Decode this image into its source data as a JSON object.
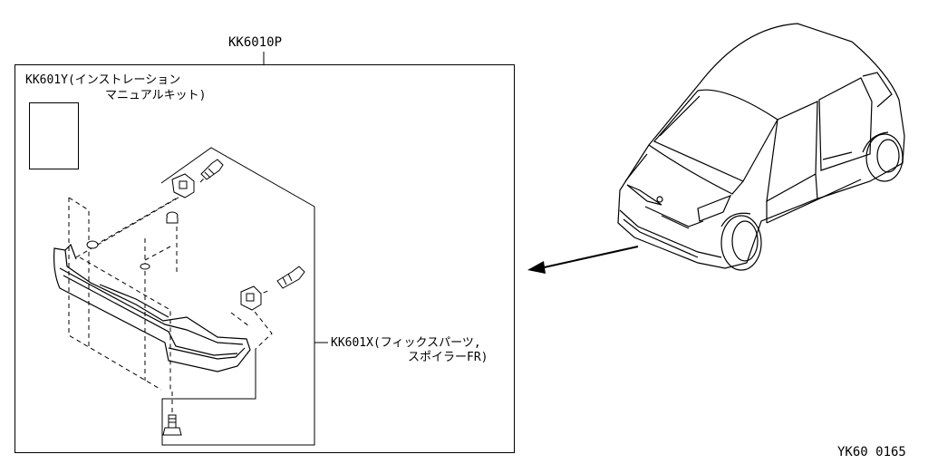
{
  "assembly": {
    "part_number": "KK6010P"
  },
  "manual_kit": {
    "label_line1": "KK601Y(インストレーション",
    "label_line2": "マニュアルキット)"
  },
  "fix_parts": {
    "label_line1": "KK601X(フィックスパーツ,",
    "label_line2": "スポイラーFR)"
  },
  "diagram_code": "YK60 0165"
}
